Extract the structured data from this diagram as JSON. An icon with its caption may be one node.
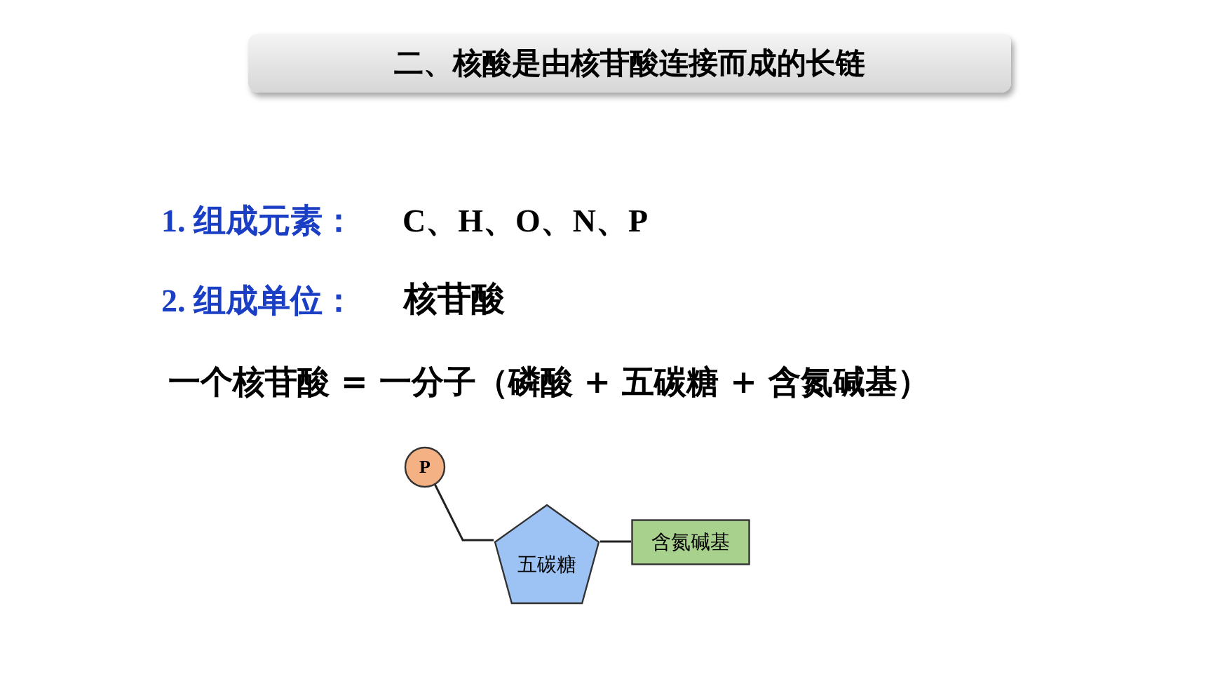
{
  "diagram": {
    "title": "二、核酸是由核苷酸连接而成的长链",
    "nodes": [
      {
        "text": [
          "P"
        ]
      },
      {
        "text": [
          "五碳糖"
        ]
      },
      {
        "text": [
          "含氮碱基"
        ]
      }
    ],
    "edges": [
      {
        "from": 0,
        "to": 1,
        "arrow": "none"
      },
      {
        "from": 1,
        "to": 2,
        "arrow": "none"
      }
    ],
    "labels": [
      "1. 组成元素：",
      "C、H、O、N、P",
      "2. 组成单位：",
      "核苷酸",
      "一个核苷酸 = 一分子（磷酸 + 五碳糖 + 含氮碱基）"
    ]
  }
}
